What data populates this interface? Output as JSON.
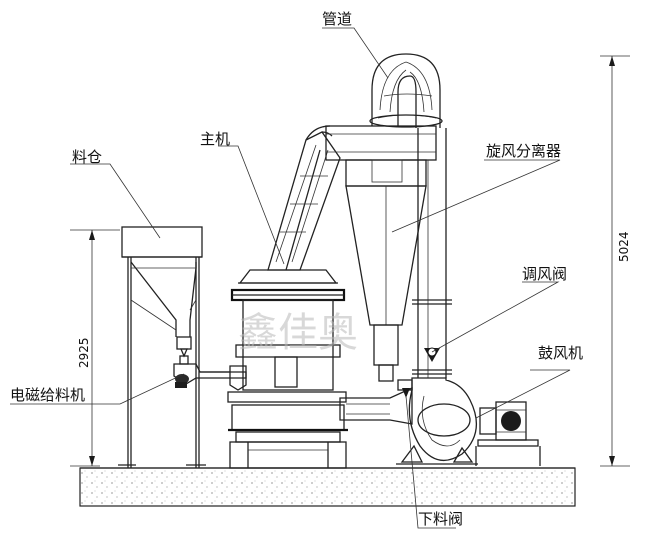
{
  "labels": {
    "pipe": "管道",
    "main_machine": "主机",
    "cyclone": "旋风分离器",
    "hopper": "料仓",
    "air_valve": "调风阀",
    "blower": "鼓风机",
    "feeder": "电磁给料机",
    "discharge_valve": "下料阀"
  },
  "dimensions": {
    "total_height": "5024",
    "hopper_height": "2925"
  },
  "watermark": "鑫佳奥"
}
